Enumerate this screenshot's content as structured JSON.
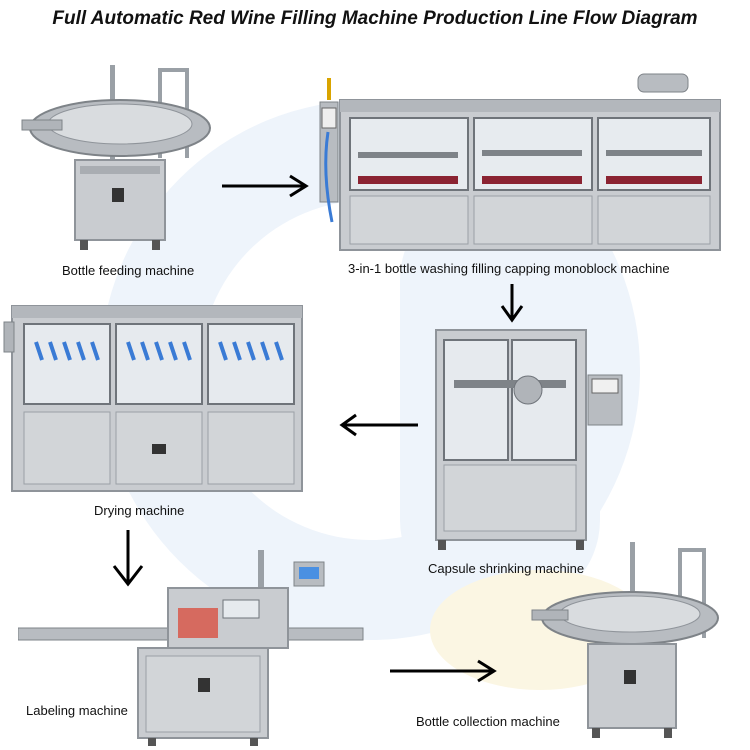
{
  "title": "Full Automatic Red Wine Filling Machine Production Line Flow Diagram",
  "machines": [
    {
      "name": "Bottle feeding  machine",
      "icon": "rotary-table-icon"
    },
    {
      "name": "3-in-1 bottle washing filling capping monoblock machine",
      "icon": "monoblock-machine-icon"
    },
    {
      "name": "Capsule shrinking machine",
      "icon": "cabinet-machine-icon"
    },
    {
      "name": "Drying machine",
      "icon": "dryer-machine-icon"
    },
    {
      "name": "Labeling machine",
      "icon": "labeler-machine-icon"
    },
    {
      "name": "Bottle collection machine",
      "icon": "rotary-table-icon"
    }
  ],
  "colors": {
    "steel": "#c9ccd0",
    "steel_dark": "#8f949a",
    "frame": "#a9adb2",
    "arrow": "#000000",
    "tube_blue": "#3a7bd5",
    "tube_red": "#d94a3a"
  }
}
